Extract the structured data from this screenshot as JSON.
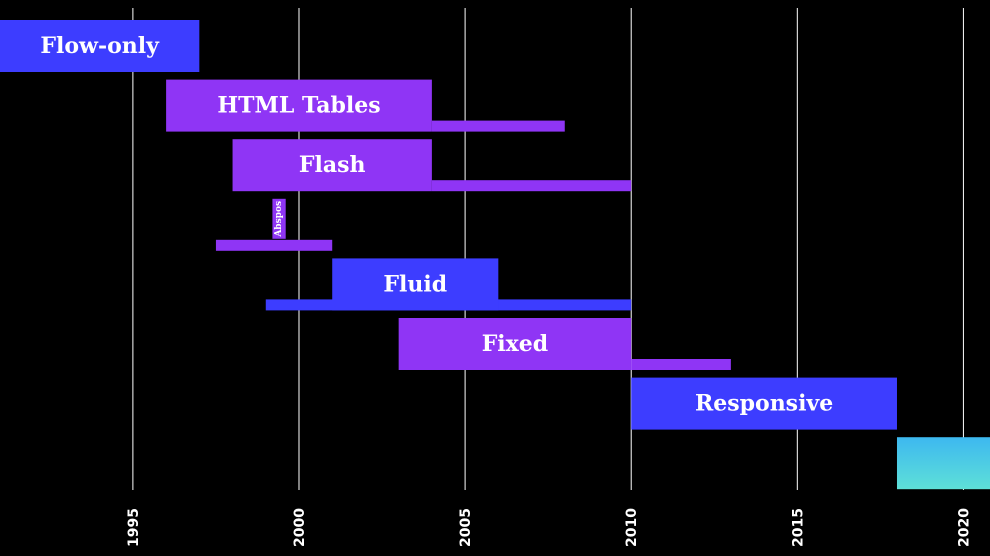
{
  "chart_data": {
    "type": "timeline",
    "title": "",
    "xlabel": "",
    "ylabel": "",
    "xlim": [
      1991,
      2020.8
    ],
    "grid": true,
    "ticks": [
      "1995",
      "2000",
      "2005",
      "2010",
      "2015",
      "2020"
    ],
    "tick_values": [
      1995,
      2000,
      2005,
      2010,
      2015,
      2020
    ],
    "colors": {
      "background": "#000000",
      "blue": "#3d3dff",
      "purple": "#8f35f5",
      "gridline": "#ffffff",
      "gradient_top": "#3db8f0",
      "gradient_bottom": "#5ee0d8"
    },
    "series": [
      {
        "name": "Flow-only",
        "start": 1991,
        "end": 1997,
        "color": "blue"
      },
      {
        "name": "HTML Tables",
        "start": 1996,
        "end": 2004,
        "color": "purple",
        "tail_start": 2004,
        "tail_end": 2008
      },
      {
        "name": "Flash",
        "start": 1998,
        "end": 2004,
        "color": "purple",
        "tail_start": 2004,
        "tail_end": 2010
      },
      {
        "name": "Abspos",
        "start": 1999.2,
        "end": 1999.6,
        "color": "purple",
        "vertical": true,
        "tail_start": 1997.5,
        "tail_end": 2001
      },
      {
        "name": "Fluid",
        "start": 2001,
        "end": 2006,
        "color": "blue",
        "tail_start": 1999,
        "tail_end": 2010
      },
      {
        "name": "Fixed",
        "start": 2003,
        "end": 2010,
        "color": "purple",
        "tail_start": 2010,
        "tail_end": 2013
      },
      {
        "name": "Responsive",
        "start": 2010,
        "end": 2018,
        "color": "blue"
      },
      {
        "name": "",
        "start": 2018,
        "end": 2020.8,
        "color": "gradient"
      }
    ]
  }
}
